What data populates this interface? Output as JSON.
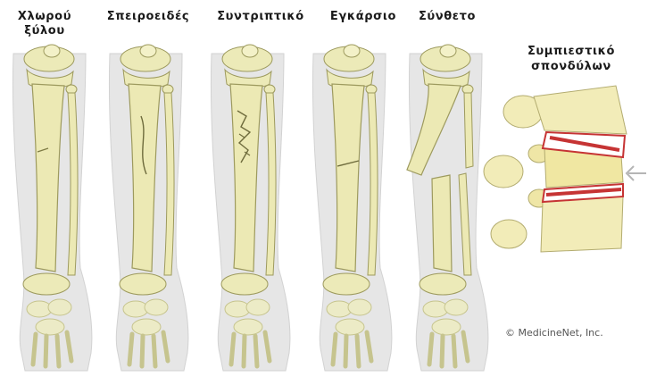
{
  "labels": {
    "greenstick": {
      "line1": "Χλωρού",
      "line2": "ξύλου"
    },
    "spiral": "Σπειροειδές",
    "comminuted": "Συντριπτικό",
    "transverse": "Εγκάρσιο",
    "compound": "Σύνθετο",
    "compression": {
      "line1": "Συμπιεστικό",
      "line2": "σπονδύλων"
    }
  },
  "credit": "© MedicineNet, Inc.",
  "colors": {
    "bone": "#ece9b4",
    "bone_outline": "#9d9a5e",
    "leg": "#e6e6e6",
    "vertebra": "#f2ecb8",
    "fracture_red": "#c63434",
    "arrow": "#b5b5b5"
  }
}
